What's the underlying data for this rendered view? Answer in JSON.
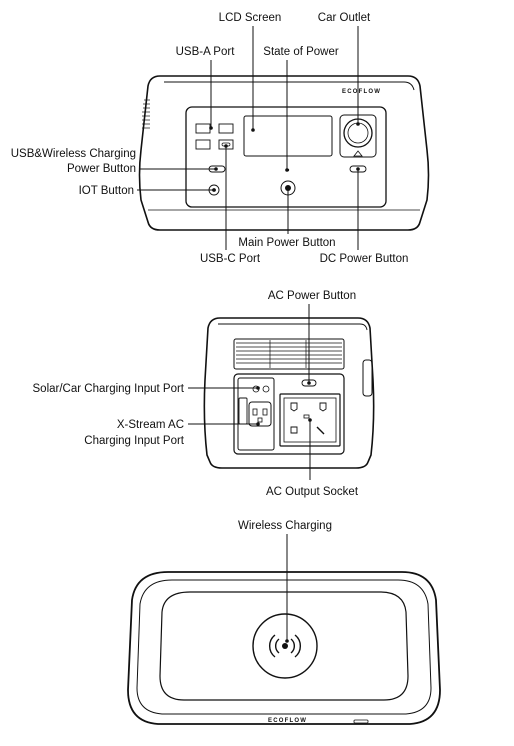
{
  "views": {
    "front": {
      "labels": {
        "lcd_screen": "LCD Screen",
        "car_outlet": "Car Outlet",
        "usb_a_port": "USB-A Port",
        "state_of_power": "State of Power",
        "usb_wireless_line1": "USB&Wireless Charging",
        "usb_wireless_line2": "Power Button",
        "iot_button": "IOT Button",
        "main_power_button": "Main Power Button",
        "usb_c_port": "USB-C Port",
        "dc_power_button": "DC Power Button"
      },
      "brand": "ECOFLOW"
    },
    "back": {
      "labels": {
        "ac_power_button": "AC Power Button",
        "solar_car_input": "Solar/Car Charging Input Port",
        "xstream_line1": "X-Stream AC",
        "xstream_line2": "Charging Input Port",
        "ac_output_socket": "AC Output Socket"
      }
    },
    "top": {
      "labels": {
        "wireless_charging": "Wireless Charging"
      },
      "brand": "ECOFLOW"
    }
  }
}
